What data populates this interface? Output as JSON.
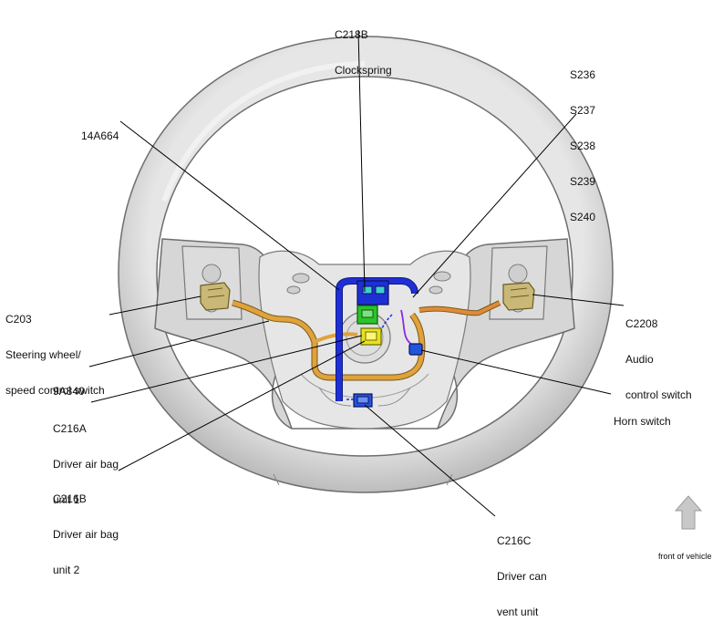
{
  "labels": {
    "c218b": [
      "C218B",
      "Clockspring"
    ],
    "s_codes": [
      "S236",
      "S237",
      "S238",
      "S239",
      "S240"
    ],
    "a14a664": [
      "14A664"
    ],
    "c203": [
      "C203",
      "Steering wheel/",
      "speed control switch"
    ],
    "c2208": [
      "C2208",
      "Audio",
      "control switch"
    ],
    "a9a840": [
      "9A840"
    ],
    "horn": [
      "Horn switch"
    ],
    "c216a": [
      "C216A",
      "Driver air bag",
      "unit 1"
    ],
    "c216b": [
      "C216B",
      "Driver air bag",
      "unit 2"
    ],
    "c216c": [
      "C216C",
      "Driver can",
      "vent unit"
    ],
    "front": [
      "front of vehicle"
    ]
  },
  "colors": {
    "wheel": "#d9d9d9",
    "wheel_edge": "#6e6e6e",
    "hub": "#e4e4e4",
    "harness_orange": "#e0a23a",
    "harness_blue": "#1f2fd6",
    "connector_green": "#2bc42b",
    "connector_yellow": "#e8e21e",
    "connector_blue": "#2255dd",
    "connector_tan": "#c9b877",
    "wire_purple": "#8a2be2",
    "leader": "#000000",
    "arrow": "#c8c8c8"
  }
}
